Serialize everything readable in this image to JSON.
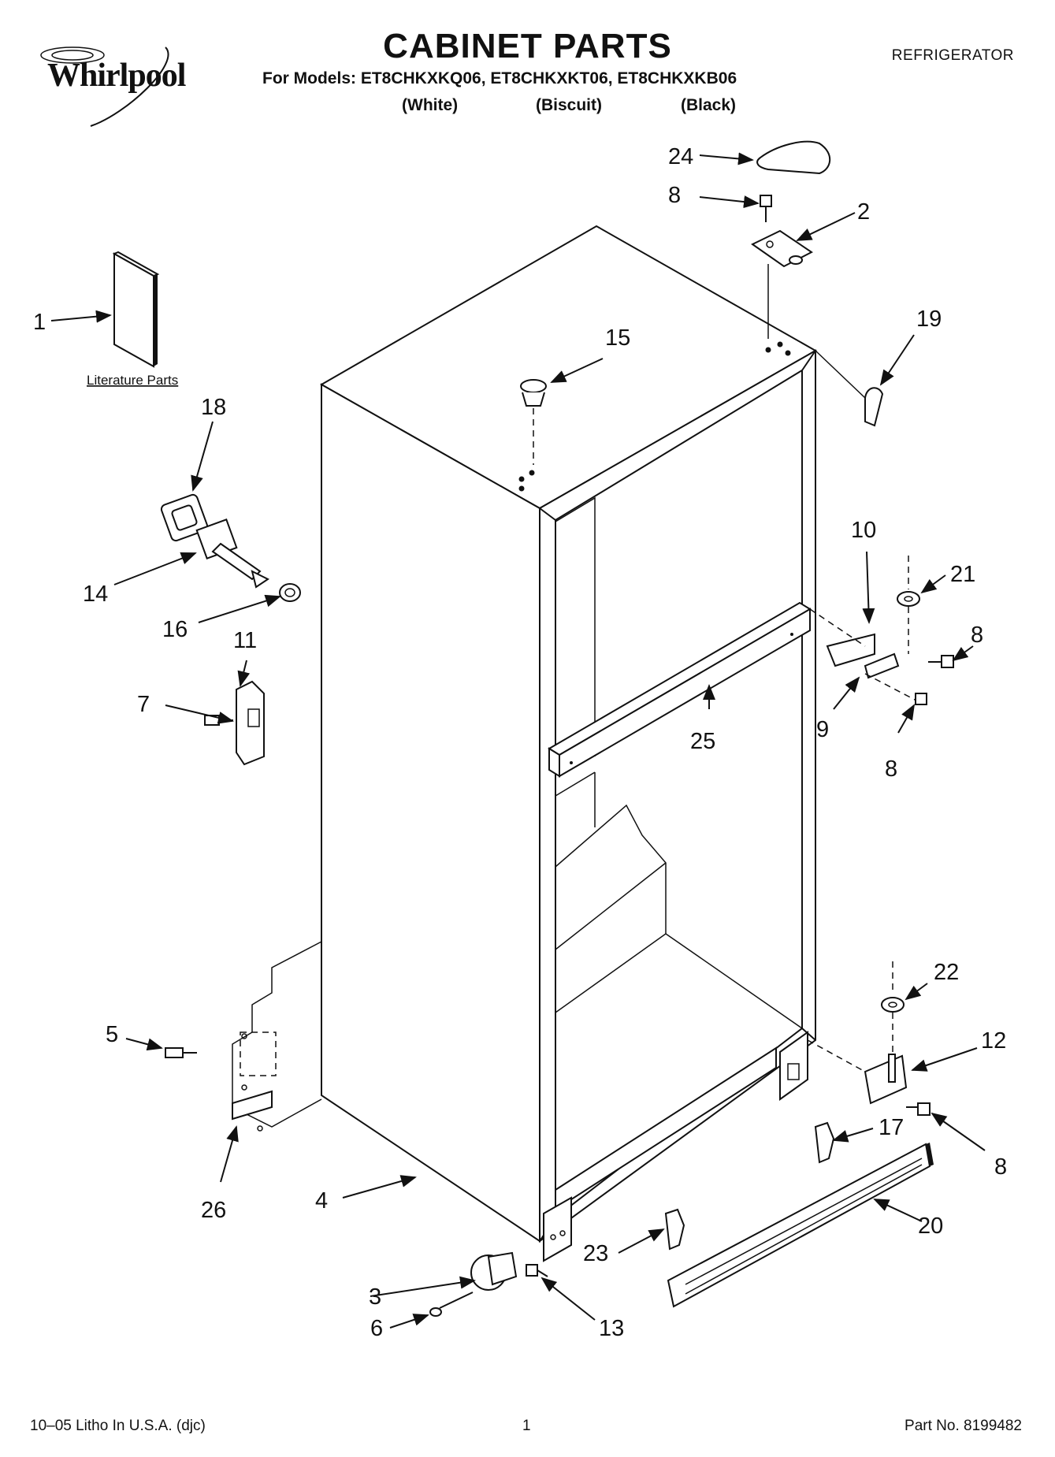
{
  "header": {
    "brand": "Whirlpool",
    "title": "CABINET PARTS",
    "models_line": "For Models: ET8CHKXKQ06, ET8CHKXKT06, ET8CHKXKB06",
    "colors": [
      "(White)",
      "(Biscuit)",
      "(Black)"
    ],
    "appliance_type": "REFRIGERATOR"
  },
  "diagram": {
    "literature_label": "Literature Parts",
    "callouts": [
      "24",
      "8",
      "2",
      "1",
      "19",
      "15",
      "18",
      "14",
      "16",
      "10",
      "21",
      "8",
      "11",
      "7",
      "9",
      "25",
      "8",
      "22",
      "12",
      "5",
      "17",
      "8",
      "26",
      "4",
      "20",
      "3",
      "23",
      "6",
      "13"
    ]
  },
  "footer": {
    "litho": "10–05 Litho In U.S.A. (djc)",
    "page_number": "1",
    "part_number": "Part No. 8199482"
  }
}
